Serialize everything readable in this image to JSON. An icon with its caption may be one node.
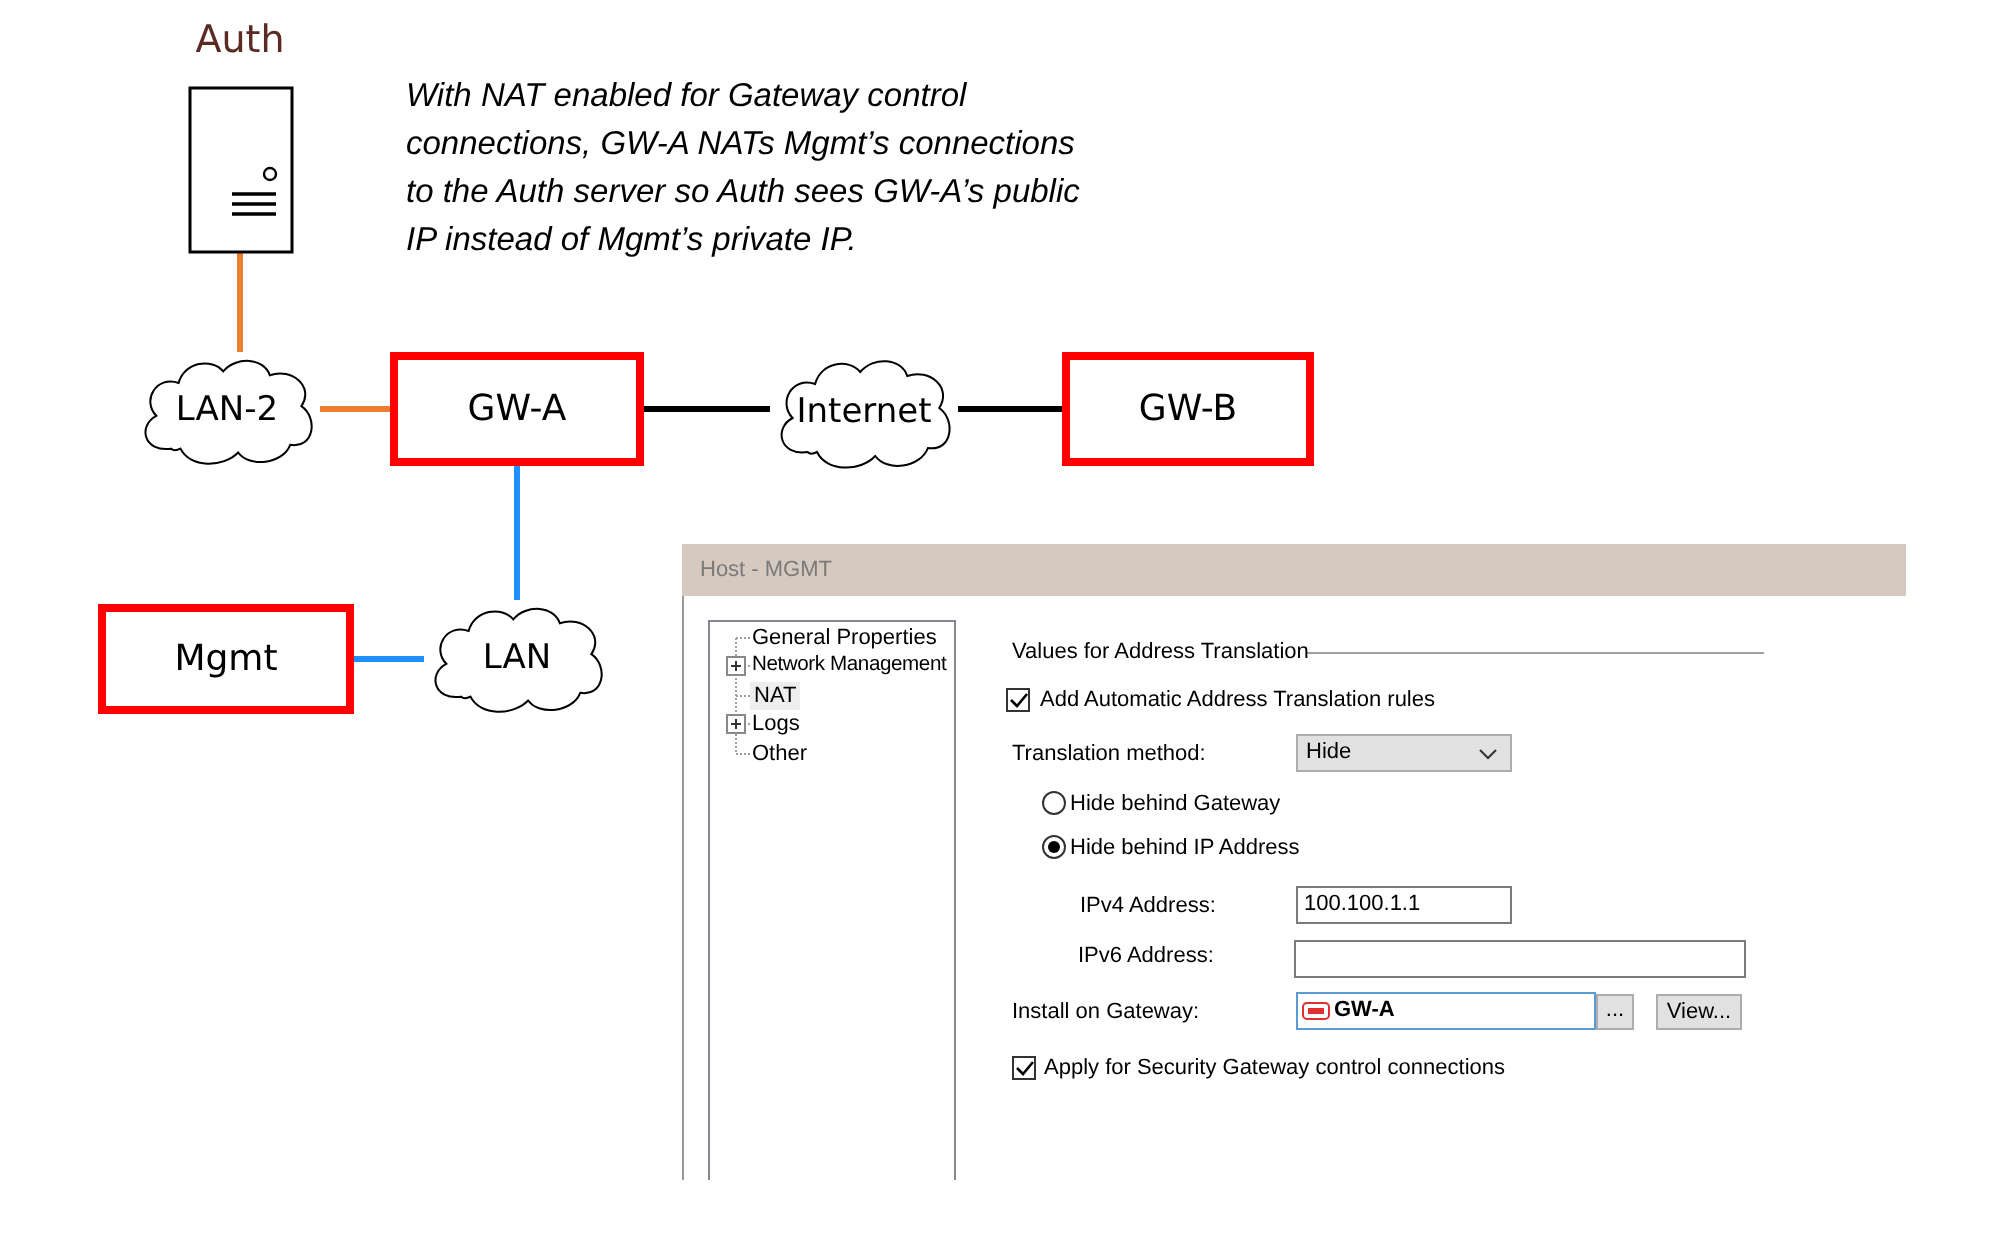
{
  "diagram": {
    "nodes": [
      {
        "text": [
          "Auth"
        ]
      },
      {
        "text": [
          "LAN-2"
        ]
      },
      {
        "text": [
          "GW-A"
        ]
      },
      {
        "text": [
          "Internet"
        ]
      },
      {
        "text": [
          "GW-B"
        ]
      },
      {
        "text": [
          "Mgmt"
        ]
      },
      {
        "text": [
          "LAN"
        ]
      }
    ],
    "edges": [
      {
        "from": 0,
        "to": 1,
        "arrow": "none",
        "color": "#ed7d31"
      },
      {
        "from": 1,
        "to": 2,
        "arrow": "none",
        "color": "#ed7d31"
      },
      {
        "from": 2,
        "to": 3,
        "arrow": "none",
        "color": "#000000"
      },
      {
        "from": 3,
        "to": 4,
        "arrow": "none",
        "color": "#000000"
      },
      {
        "from": 2,
        "to": 6,
        "arrow": "none",
        "color": "#1e90ff"
      },
      {
        "from": 6,
        "to": 5,
        "arrow": "none",
        "color": "#1e90ff"
      }
    ],
    "labels": [
      "With NAT enabled for Gateway control connections, GW-A NATs Mgmt’s connections to the Auth server so Auth sees GW-A’s public IP instead of Mgmt’s private IP.",
      "Host - MGMT",
      "General Properties",
      "Network Management",
      "NAT",
      "Logs",
      "Other",
      "Values for Address Translation",
      "Add Automatic Address Translation rules",
      "Translation method:",
      "Hide",
      "Hide behind Gateway",
      "Hide behind IP Address",
      "IPv4 Address:",
      "100.100.1.1",
      "IPv6 Address:",
      "Install on Gateway:",
      "GW-A",
      "...",
      "View...",
      "Apply for Security Gateway control connections"
    ]
  }
}
